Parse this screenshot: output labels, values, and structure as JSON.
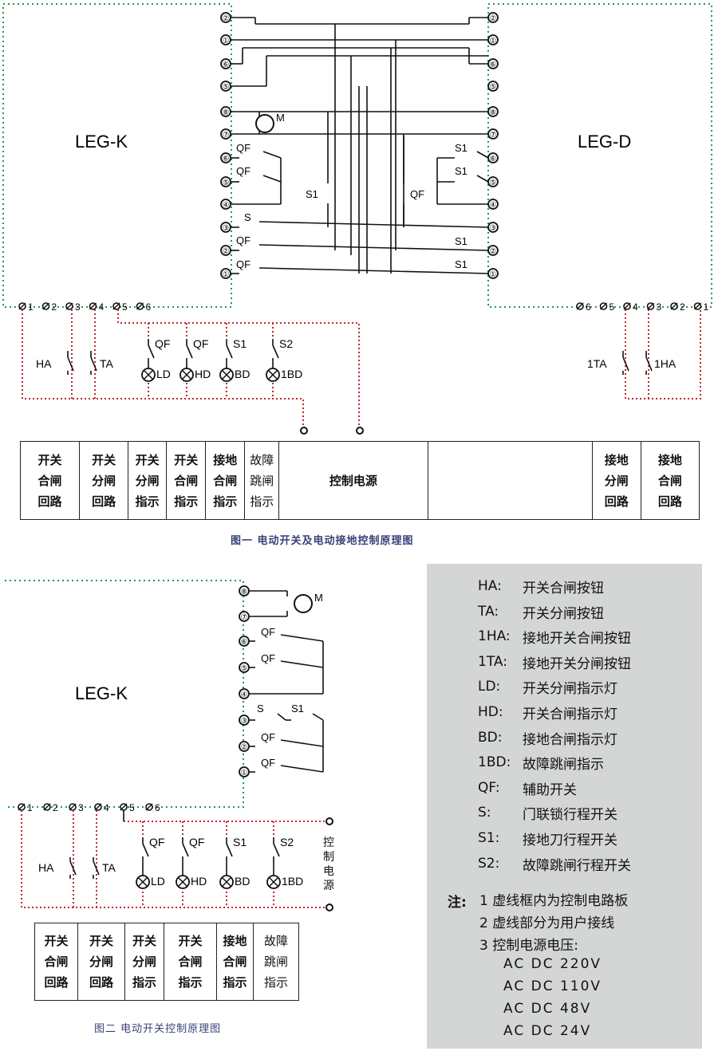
{
  "fig1": {
    "left_box_label": "LEG-K",
    "right_box_label": "LEG-D",
    "motor_label": "M",
    "left_terminals": [
      "②",
      "①",
      "⑥",
      "⑤",
      "⑧",
      "⑦",
      "⑥",
      "⑤",
      "④",
      "③",
      "②",
      "①"
    ],
    "right_terminals": [
      "②",
      "①",
      "⑥",
      "⑤",
      "⑧",
      "⑦",
      "⑥",
      "⑤",
      "④",
      "③",
      "②",
      "①"
    ],
    "left_contacts": [
      "QF",
      "QF",
      "S",
      "QF",
      "QF"
    ],
    "right_contacts": [
      "S1",
      "S1",
      "S1",
      "S1"
    ],
    "mid_contacts": [
      "S1",
      "QF"
    ],
    "left_bottom_terminals": [
      "1",
      "2",
      "3",
      "4",
      "5",
      "6"
    ],
    "right_bottom_terminals": [
      "6",
      "5",
      "4",
      "3",
      "2",
      "1"
    ],
    "buttons": [
      "HA",
      "TA"
    ],
    "right_buttons": [
      "1TA",
      "1HA"
    ],
    "lamps": [
      {
        "contact": "QF",
        "lamp": "LD"
      },
      {
        "contact": "QF",
        "lamp": "HD"
      },
      {
        "contact": "S1",
        "lamp": "BD"
      },
      {
        "contact": "S2",
        "lamp": "1BD"
      }
    ],
    "table": {
      "left": [
        "开关\n合闸\n回路",
        "开关\n分闸\n回路",
        "开关\n分闸\n指示",
        "开关\n合闸\n指示",
        "接地\n合闸\n指示",
        "故障\n跳闸\n指示"
      ],
      "power": "控制电源",
      "right": [
        "接地\n分闸\n回路",
        "接地\n合闸\n回路"
      ]
    },
    "caption": "图一  电动开关及电动接地控制原理图"
  },
  "fig2": {
    "box_label": "LEG-K",
    "motor_label": "M",
    "terminals": [
      "⑧",
      "⑦",
      "⑥",
      "⑤",
      "④",
      "③",
      "②",
      "①"
    ],
    "contacts": [
      "QF",
      "QF",
      "S",
      "S1",
      "QF",
      "QF"
    ],
    "bottom_terminals": [
      "1",
      "2",
      "3",
      "4",
      "5",
      "6"
    ],
    "buttons": [
      "HA",
      "TA"
    ],
    "lamps": [
      {
        "contact": "QF",
        "lamp": "LD"
      },
      {
        "contact": "QF",
        "lamp": "HD"
      },
      {
        "contact": "S1",
        "lamp": "BD"
      },
      {
        "contact": "S2",
        "lamp": "1BD"
      }
    ],
    "power_label": "控\n制\n电\n源",
    "table": [
      "开关\n合闸\n回路",
      "开关\n分闸\n回路",
      "开关\n分闸\n指示",
      "开关\n合闸\n指示",
      "接地\n合闸\n指示",
      "故障\n跳闸\n指示"
    ],
    "caption": "图二  电动开关控制原理图"
  },
  "legend": {
    "items": [
      {
        "key": "HA:",
        "desc": "开关合闸按钮"
      },
      {
        "key": "TA:",
        "desc": "开关分闸按钮"
      },
      {
        "key": "1HA:",
        "desc": "接地开关合闸按钮"
      },
      {
        "key": "1TA:",
        "desc": "接地开关分闸按钮"
      },
      {
        "key": "LD:",
        "desc": "开关分闸指示灯"
      },
      {
        "key": "HD:",
        "desc": "开关合闸指示灯"
      },
      {
        "key": "BD:",
        "desc": "接地合闸指示灯"
      },
      {
        "key": "1BD:",
        "desc": "故障跳闸指示"
      },
      {
        "key": "QF:",
        "desc": "辅助开关"
      },
      {
        "key": "S:",
        "desc": "门联锁行程开关"
      },
      {
        "key": "S1:",
        "desc": "接地刀行程开关"
      },
      {
        "key": "S2:",
        "desc": "故障跳闸行程开关"
      }
    ],
    "note_title": "注:",
    "notes": [
      "1   虚线框内为控制电路板",
      "2   虚线部分为用户接线",
      "3   控制电源电压:"
    ],
    "voltages": [
      "AC DC 220V",
      "AC DC 110V",
      "AC DC 48V",
      "AC DC 24V"
    ]
  },
  "colors": {
    "green_dash": "#1f9a4a",
    "red_dash": "#c0282d",
    "caption": "#3a3f78",
    "legend_bg": "#d4d6d6"
  }
}
